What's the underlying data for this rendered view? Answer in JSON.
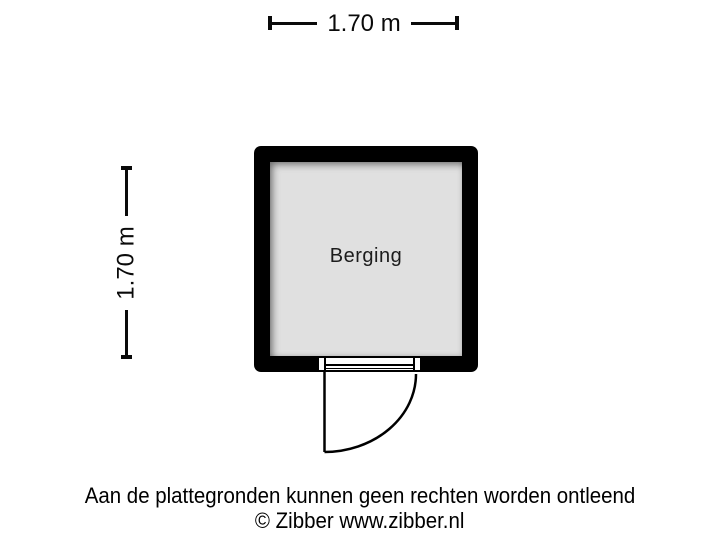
{
  "colors": {
    "background": "#ffffff",
    "wall": "#000000",
    "room_fill": "#e0e0e0",
    "dimension_line": "#0a0a0a"
  },
  "floorplan": {
    "room": {
      "label": "Berging"
    },
    "dimensions": {
      "top": {
        "label": "1.70 m"
      },
      "left": {
        "label": "1.70 m"
      }
    },
    "door": {
      "type": "swing-door-bottom-wall"
    }
  },
  "footer": {
    "disclaimer": "Aan de plattegronden kunnen geen rechten worden ontleend",
    "copyright": "© Zibber www.zibber.nl"
  }
}
